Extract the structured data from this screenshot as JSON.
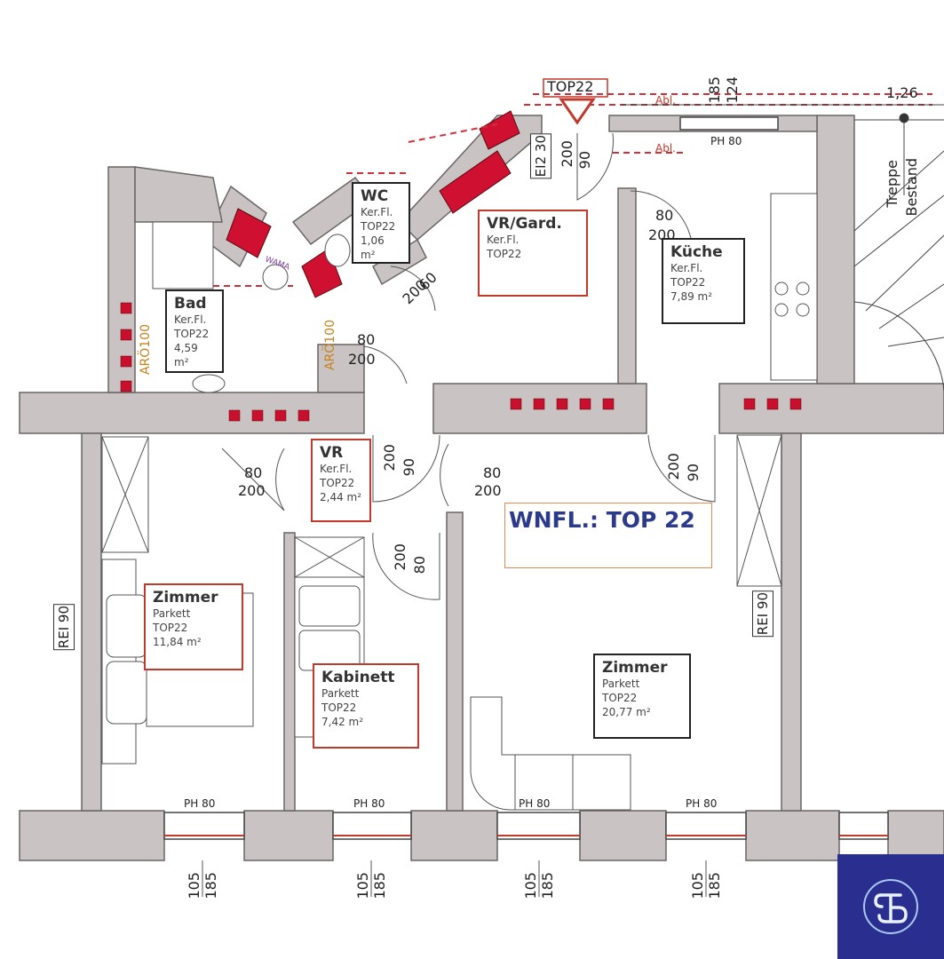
{
  "header": {
    "top_label": "TOP22",
    "abl_1": "Abl.",
    "abl_2": "Abl.",
    "dim_124": "124",
    "dim_185_top": "185",
    "dim_126": "1,26",
    "ph80_top": "PH 80",
    "ei230": "EI2 30",
    "dim_200_90_a": "200",
    "dim_200_90_b": "90"
  },
  "stair": {
    "label_1": "Treppe",
    "label_2": "Bestand"
  },
  "rooms": {
    "wc": {
      "name": "WC",
      "floor": "Ker.Fl.",
      "unit": "TOP22",
      "area": "1,06 m²"
    },
    "vr_gard": {
      "name": "VR/Gard.",
      "floor": "Ker.Fl.",
      "unit": "TOP22"
    },
    "kueche": {
      "name": "Küche",
      "floor": "Ker.Fl.",
      "unit": "TOP22",
      "area": "7,89 m²"
    },
    "bad": {
      "name": "Bad",
      "floor": "Ker.Fl.",
      "unit": "TOP22",
      "area": "4,59 m²"
    },
    "vr": {
      "name": "VR",
      "floor": "Ker.Fl.",
      "unit": "TOP22",
      "area": "2,44 m²"
    },
    "zimmer_left": {
      "name": "Zimmer",
      "floor": "Parkett",
      "unit": "TOP22",
      "area": "11,84 m²"
    },
    "kabinett": {
      "name": "Kabinett",
      "floor": "Parkett",
      "unit": "TOP22",
      "area": "7,42 m²"
    },
    "zimmer_right": {
      "name": "Zimmer",
      "floor": "Parkett",
      "unit": "TOP22",
      "area": "20,77 m²"
    }
  },
  "wnfl": "WNFL.: TOP 22",
  "doors": {
    "d_80": "80",
    "d_200": "200",
    "d_90": "90",
    "d_60": "60",
    "aro100_a": "ARÖ100",
    "aro100_b": "ARÖ100",
    "wama": "WAMA"
  },
  "walls": {
    "rei90_left": "REI 90",
    "rei90_right": "REI 90"
  },
  "windows": {
    "ph80": "PH 80",
    "dim_105": "105",
    "dim_185": "185"
  },
  "colors": {
    "wall": "#c9c3c3",
    "wall_border": "#6b6565",
    "red_accent": "#c0392b",
    "logo_bg": "#2a2f8f",
    "text_blue": "#2b3a8a"
  }
}
